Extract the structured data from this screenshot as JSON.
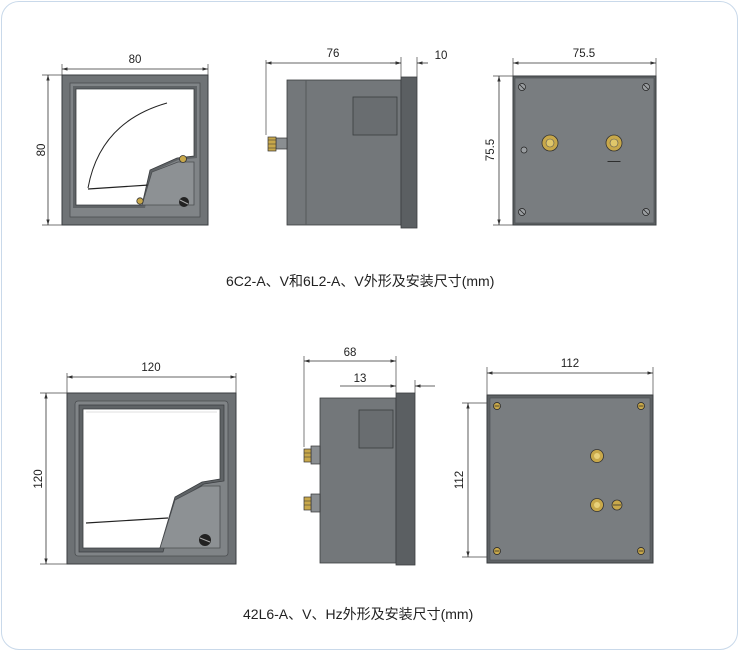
{
  "top": {
    "caption": "6C2-A、V和6L2-A、V外形及安装尺寸(mm)",
    "front": {
      "width": "80",
      "height": "80"
    },
    "side": {
      "depth": "76",
      "flange": "10"
    },
    "back": {
      "width": "75.5",
      "height": "75.5",
      "terminal_sign": "—"
    }
  },
  "bottom": {
    "caption": "42L6-A、V、Hz外形及安装尺寸(mm)",
    "front": {
      "width": "120",
      "height": "120"
    },
    "side": {
      "depth": "68",
      "flange": "13"
    },
    "back": {
      "width": "112",
      "height": "112"
    }
  },
  "colors": {
    "case": "#777b7e",
    "case_dark": "#5d6165",
    "case_light": "#8e9295",
    "dial": "#ffffff",
    "terminal": "#c8a84a",
    "border": "#c9d9ea"
  }
}
